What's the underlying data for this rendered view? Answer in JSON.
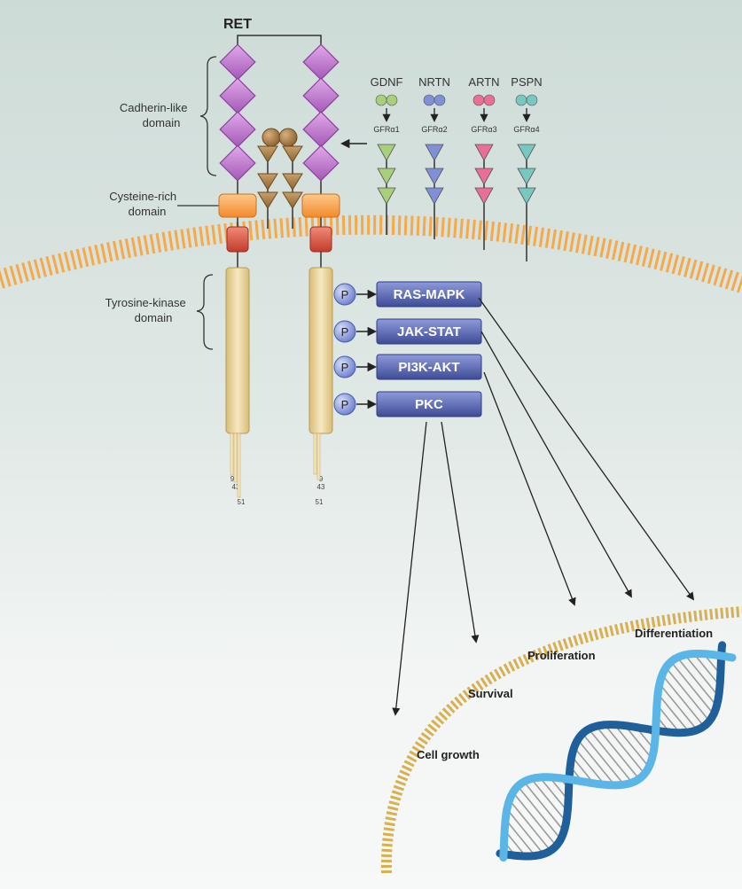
{
  "receptor": {
    "title": "RET",
    "domains": {
      "cadherin": [
        "Cadherin-like",
        "domain"
      ],
      "cysteine": [
        "Cysteine-rich",
        "domain"
      ],
      "kinase": [
        "Tyrosine-kinase",
        "domain"
      ]
    },
    "tail_left": [
      "9",
      "43",
      "51"
    ],
    "tail_right": [
      "9",
      "43",
      "51"
    ]
  },
  "ligands": [
    {
      "name": "GDNF",
      "receptor": "GFRα1",
      "color": "#a8d07a"
    },
    {
      "name": "NRTN",
      "receptor": "GFRα2",
      "color": "#7f90d8"
    },
    {
      "name": "ARTN",
      "receptor": "GFRα3",
      "color": "#ea6f97"
    },
    {
      "name": "PSPN",
      "receptor": "GFRα4",
      "color": "#79c8c0"
    }
  ],
  "phospho_label": "P",
  "pathways": [
    "RAS-MAPK",
    "JAK-STAT",
    "PI3K-AKT",
    "PKC"
  ],
  "outcomes": [
    "Differentiation",
    "Proliferation",
    "Survival",
    "Cell growth"
  ],
  "colors": {
    "membrane": "#f5a948",
    "nucleus": "#d8b050",
    "cadherin": "#b86cc8",
    "cysteine": "#f7a04a",
    "transmembrane": "#d94c3c",
    "kinase": "#e8d39a",
    "pathway_box": "#4f5da8",
    "phospho": "#7d8fd6",
    "dna_dark": "#1f5f9a",
    "dna_light": "#5ab6e6"
  }
}
